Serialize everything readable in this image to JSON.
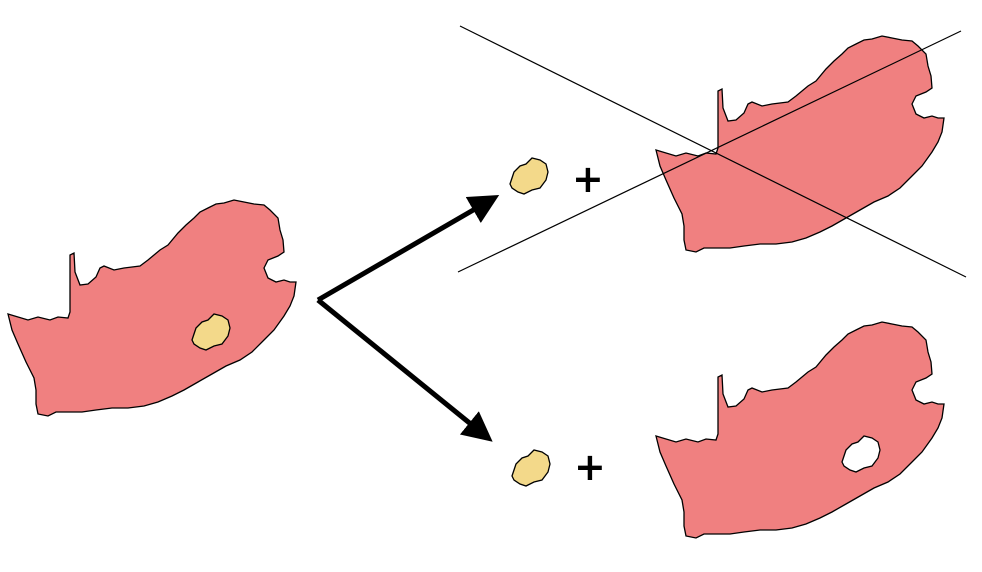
{
  "colors": {
    "country": "#F08080",
    "enclave": "#F3D98A",
    "outline": "#000000",
    "hole": "#ffffff",
    "background": "#ffffff"
  },
  "diagram": {
    "operator_top": "+",
    "operator_bottom": "+"
  },
  "panels": [
    {
      "name": "original",
      "country": "south-africa",
      "enclave": "lesotho",
      "enclave_shown": true
    },
    {
      "name": "incorrect-option",
      "country": "south-africa",
      "enclave": "lesotho",
      "hole_shown": false,
      "crossed_out": true
    },
    {
      "name": "correct-option",
      "country": "south-africa",
      "enclave": "lesotho",
      "hole_shown": true,
      "crossed_out": false
    }
  ]
}
